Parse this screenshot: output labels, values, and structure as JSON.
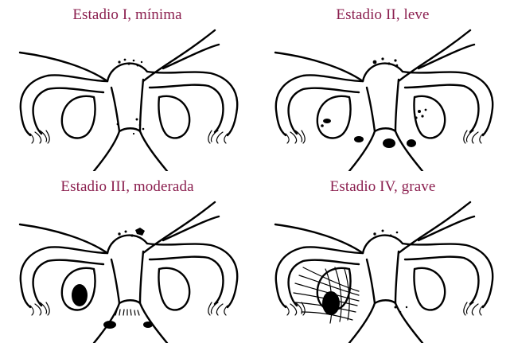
{
  "stages": [
    {
      "id": "stage-1",
      "title": "Estadio I, mínima"
    },
    {
      "id": "stage-2",
      "title": "Estadio II, leve"
    },
    {
      "id": "stage-3",
      "title": "Estadio III, moderada"
    },
    {
      "id": "stage-4",
      "title": "Estadio IV, grave"
    }
  ]
}
